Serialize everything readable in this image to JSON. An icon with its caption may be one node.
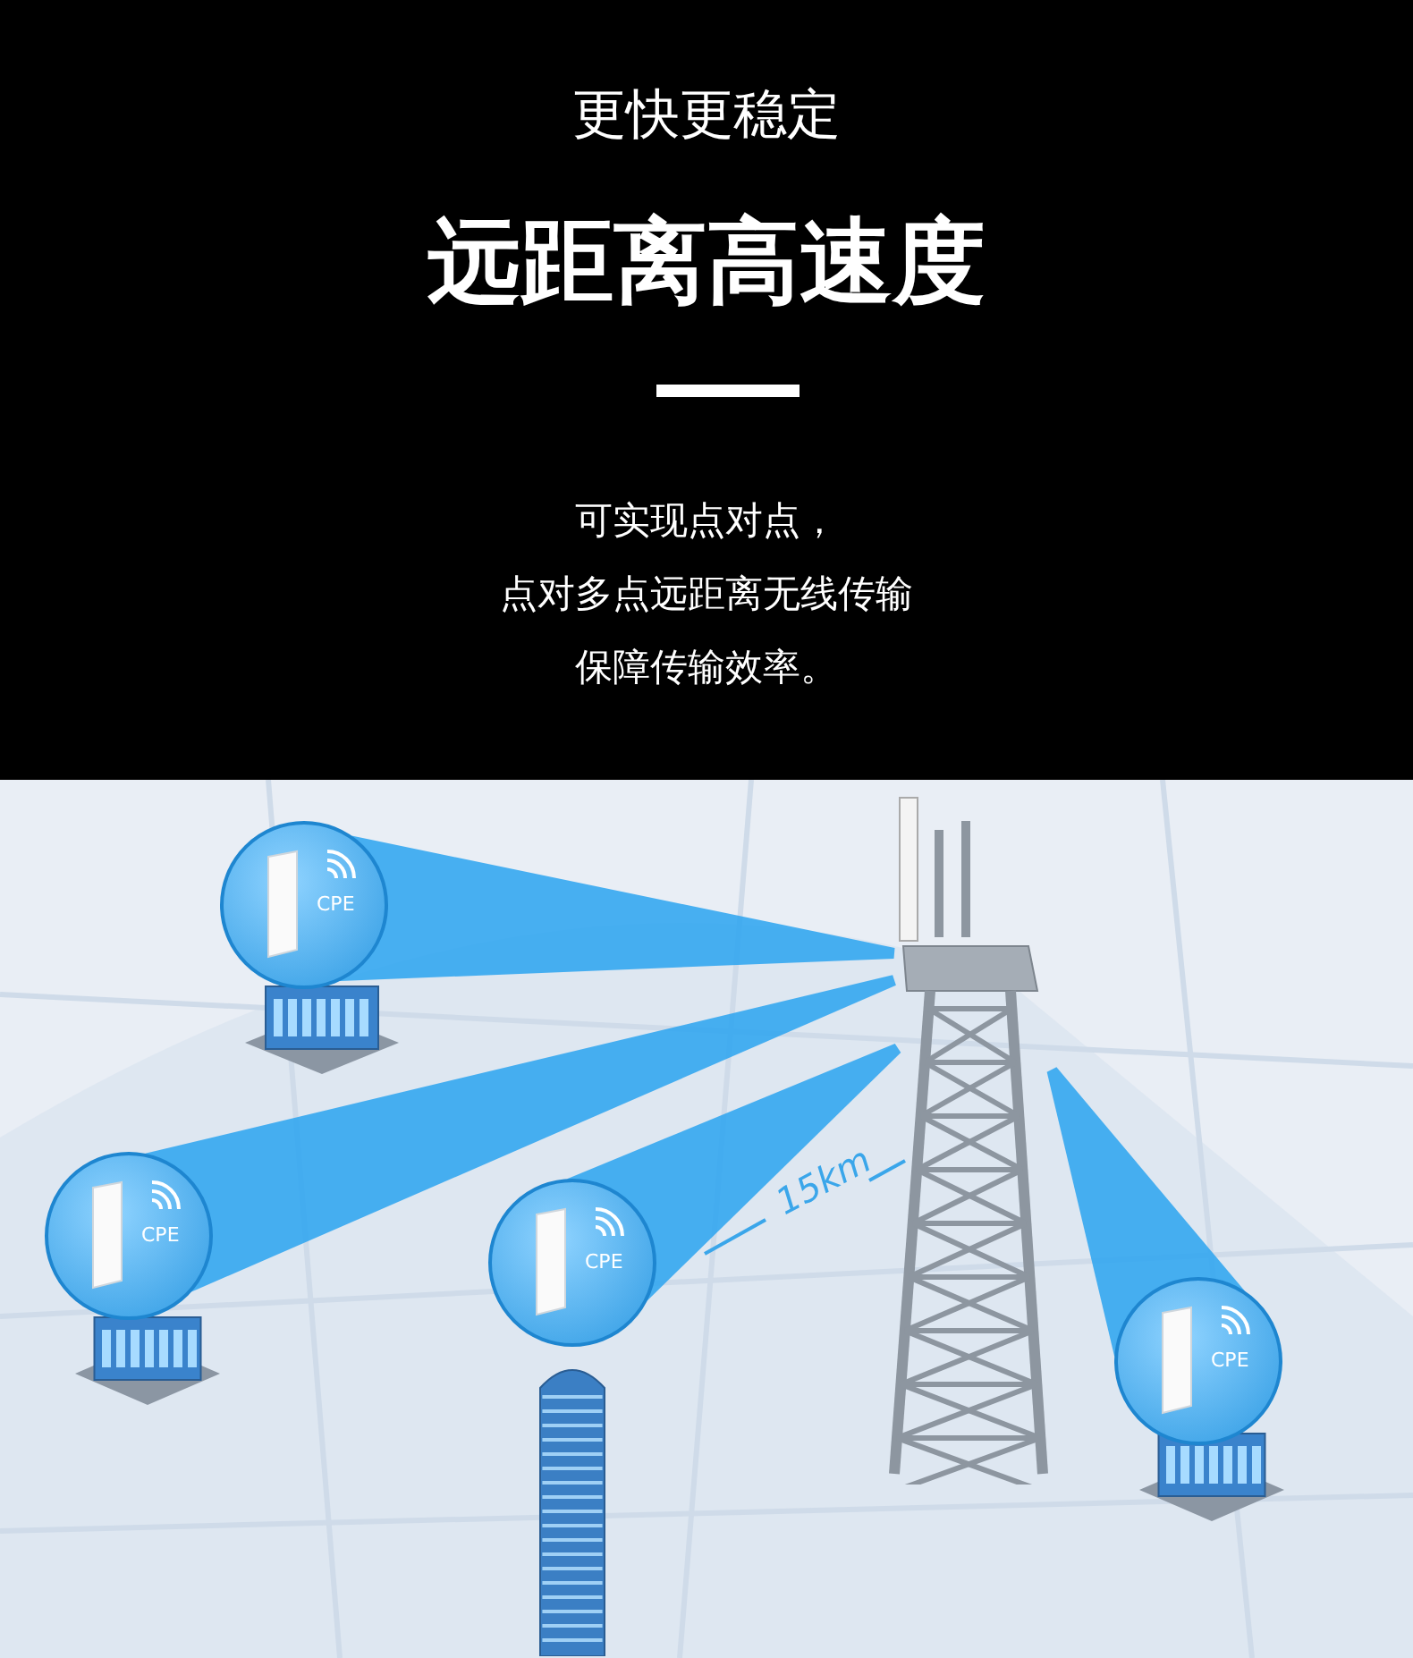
{
  "diagram": {
    "title": "远距离高速度",
    "nodes": [
      {
        "text": [
          "CPE"
        ]
      },
      {
        "text": [],
        "shape": "picture"
      },
      {
        "text": [
          "CPE"
        ]
      },
      {
        "text": [
          "CPE"
        ]
      },
      {
        "text": [
          "CPE"
        ]
      }
    ],
    "edges": [
      {
        "from": 1,
        "to": 0,
        "arrow": "none"
      },
      {
        "from": 1,
        "to": 2,
        "arrow": "none"
      },
      {
        "from": 1,
        "to": 3,
        "arrow": "none"
      },
      {
        "from": 1,
        "to": 4,
        "arrow": "none"
      }
    ],
    "labels": [
      "更快更稳定",
      "可实现点对点，",
      "点对多点远距离无线传输",
      "保障传输效率。",
      "15km"
    ]
  }
}
